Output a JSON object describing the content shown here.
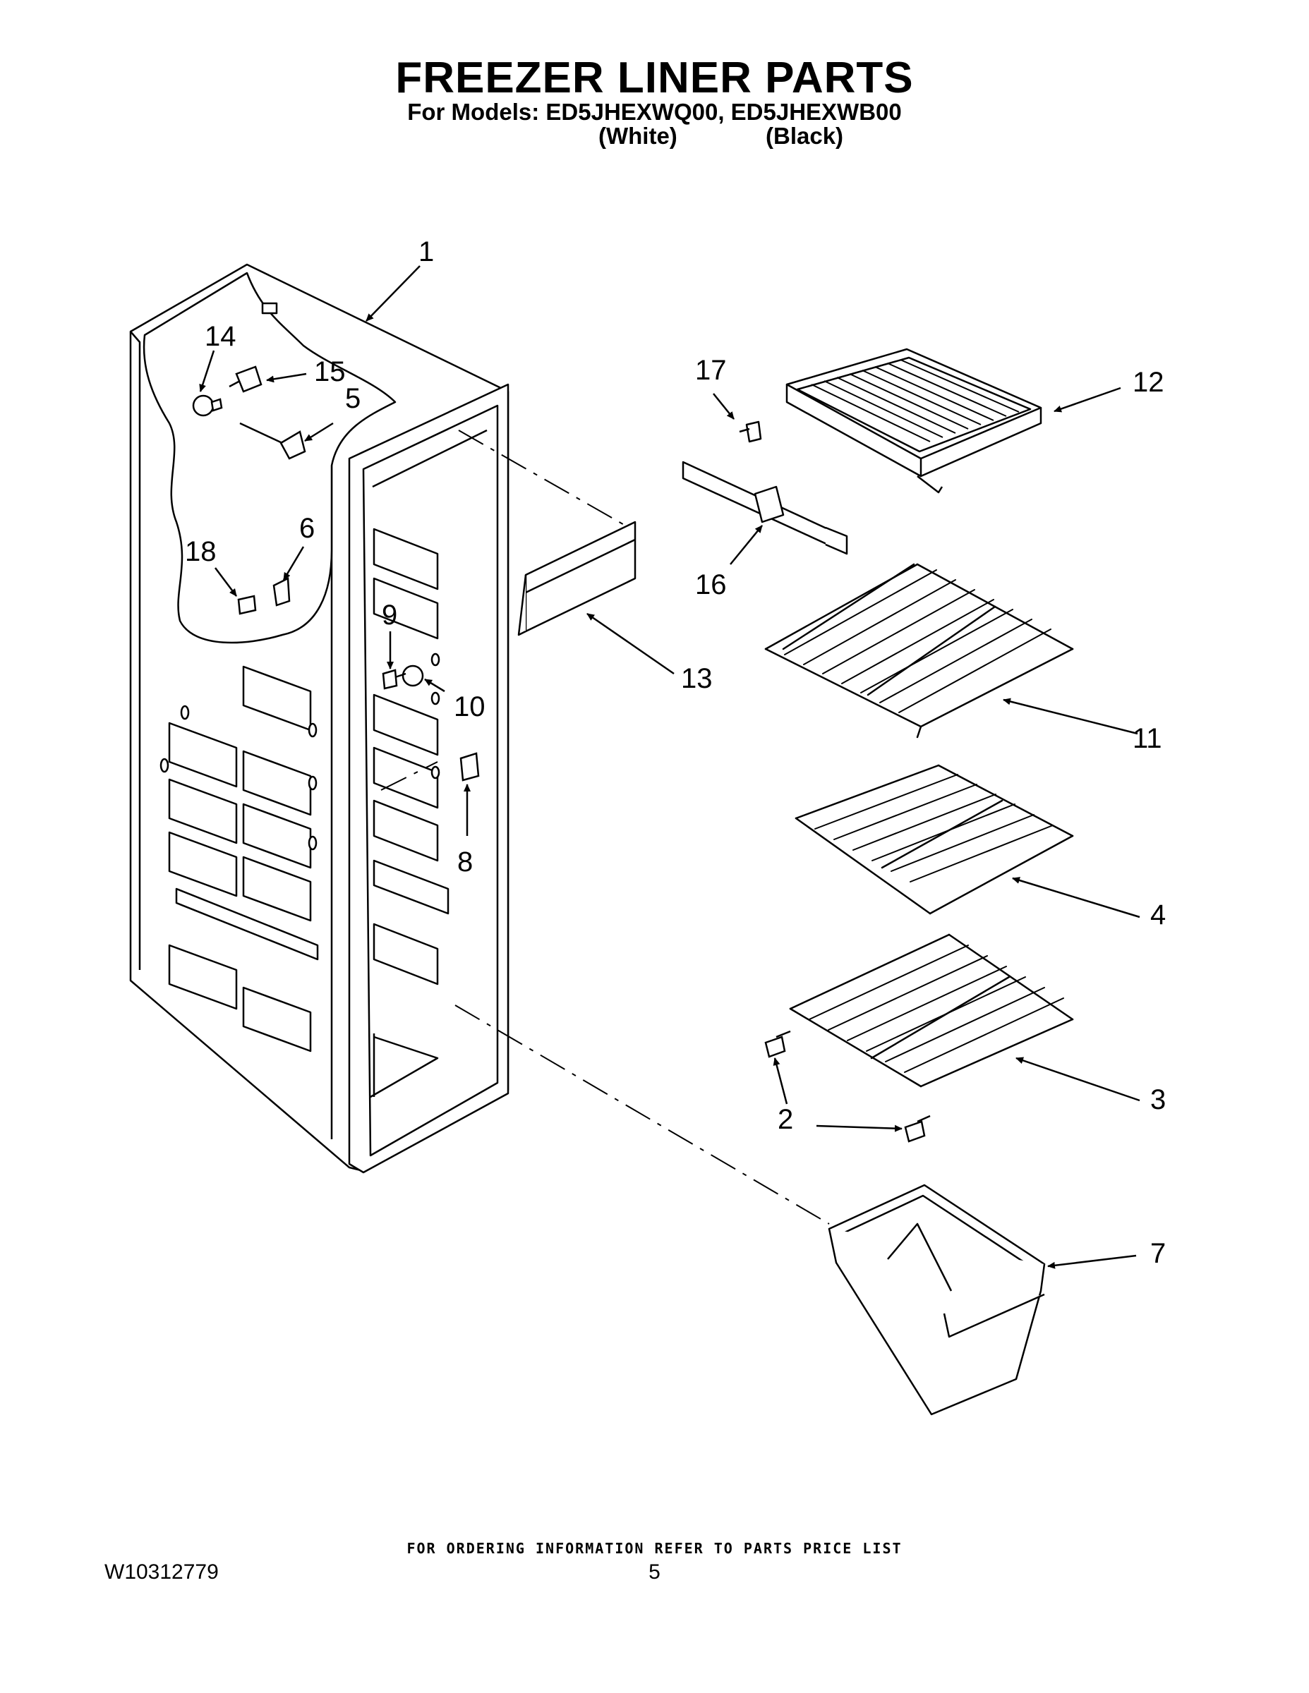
{
  "header": {
    "title": "FREEZER LINER PARTS",
    "models": "For Models: ED5JHEXWQ00, ED5JHEXWB00",
    "color_white": "(White)",
    "color_black": "(Black)"
  },
  "callouts": [
    "1",
    "2",
    "3",
    "4",
    "5",
    "6",
    "7",
    "8",
    "9",
    "10",
    "11",
    "12",
    "13",
    "14",
    "15",
    "16",
    "17",
    "18"
  ],
  "footer": {
    "ordering_note": "FOR ORDERING INFORMATION REFER TO PARTS PRICE LIST",
    "doc_number": "W10312779",
    "page_number": "5"
  }
}
